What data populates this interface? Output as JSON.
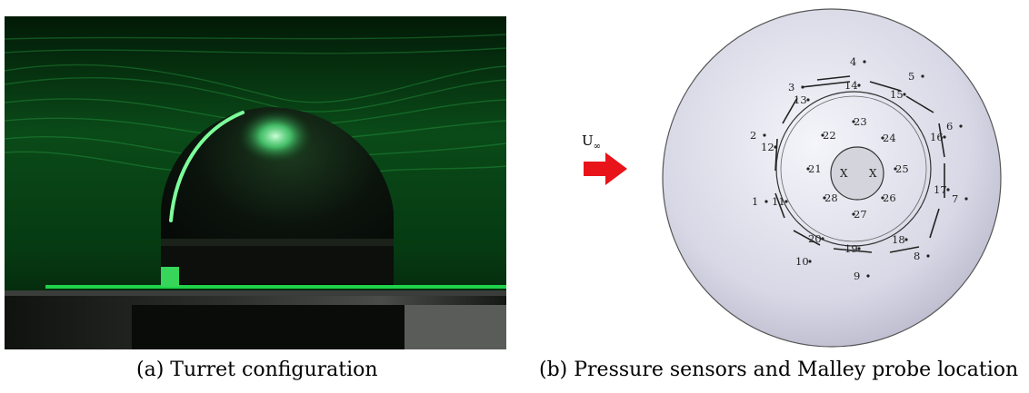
{
  "figure": {
    "panel_a": {
      "caption": "(a) Turret configuration"
    },
    "panel_b": {
      "caption": "(b) Pressure sensors and Malley probe location",
      "flow_label": "U",
      "flow_subscript": "∞",
      "probe_marks": [
        "X",
        "X"
      ],
      "sensors": [
        "1",
        "2",
        "3",
        "4",
        "5",
        "6",
        "7",
        "8",
        "9",
        "10",
        "11",
        "12",
        "13",
        "14",
        "15",
        "16",
        "17",
        "18",
        "19",
        "20",
        "21",
        "22",
        "23",
        "24",
        "25",
        "26",
        "27",
        "28"
      ]
    },
    "colors": {
      "arrow": "#e8141a",
      "dome": "#dcdce8",
      "laser": "#1fd24a"
    }
  }
}
